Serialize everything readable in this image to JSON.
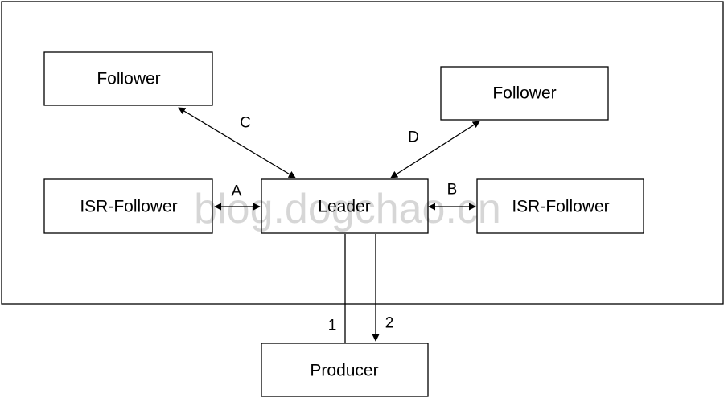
{
  "nodes": {
    "follower_left": "Follower",
    "follower_right": "Follower",
    "isr_follower_left": "ISR-Follower",
    "leader": "Leader",
    "isr_follower_right": "ISR-Follower",
    "producer": "Producer"
  },
  "edges": {
    "c": "C",
    "d": "D",
    "a": "A",
    "b": "B",
    "one": "1",
    "two": "2"
  },
  "watermark": "blog.dogchao.cn"
}
